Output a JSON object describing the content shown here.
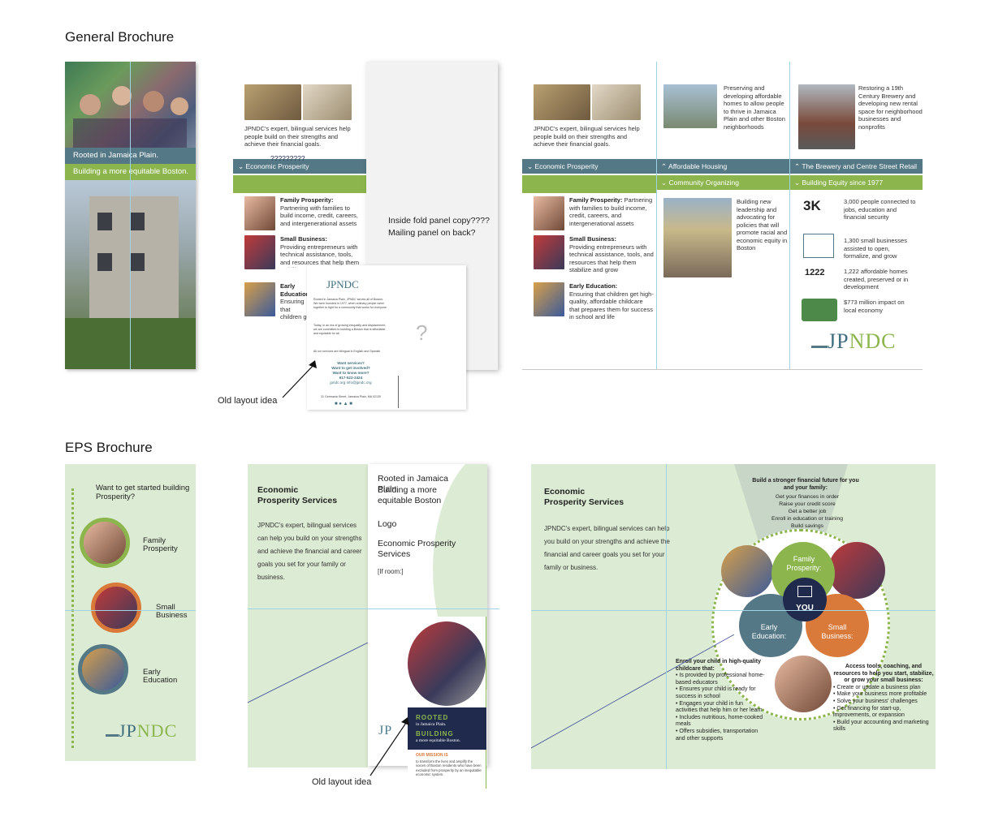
{
  "section_general": "General Brochure",
  "section_eps": "EPS Brochure",
  "colors": {
    "slate": "#557886",
    "green": "#8cb64d",
    "navy": "#1f2a4d",
    "orange": "#d97a3a",
    "mint": "#dcebd3"
  },
  "cover": {
    "tag1": "Rooted in Jamaica Plain.",
    "tag2": "Building a more equitable Boston."
  },
  "intro_text": "JPNDC's expert, bilingual services help people build on their strengths and achieve their financial goals.",
  "eco_bar": "Economic Prosperity",
  "eco_bar_question": "?????????",
  "family": {
    "title": "Family Prosperity:",
    "body": " Partnering with families to build income, credit, careers, and intergenerational assets"
  },
  "business": {
    "title": "Small Business:",
    "body": "Providing entrepreneurs with technical assistance, tools, and resources that help them stabilize and grow"
  },
  "education": {
    "title": "Early Education:",
    "body": "Ensuring that children get high-quality, affordable childcare that prepares them for success in school and life"
  },
  "fold_note": {
    "line1": "Inside fold panel copy????",
    "line2": "Mailing panel on back?"
  },
  "old_layout": "Old layout idea",
  "old_card": {
    "logo": "JPNDC",
    "p1": "Rooted in Jamaica Plain, JPNDC serves all of Boston. We were founded in 1977, when ordinary people came together to fight for a community that works for everyone.",
    "p2": "Today, in an era of growing inequality and displacement, we are committed to building a Boston that is affordable and equitable for all.",
    "p3": "All our services are bilingual in English and Spanish",
    "cta1": "Want services?",
    "cta2": "Want to get involved?",
    "cta3": "Want to know more?",
    "phone": "617-522-2424",
    "web": "jpndc.org   info@jpndc.org",
    "address": "31 Germania Street, Jamaica Plain, MA 02130"
  },
  "housing": {
    "text": "Preserving and developing affordable homes to allow people to thrive in Jamaica Plain and other Boston neighborhoods",
    "bar": "Affordable Housing"
  },
  "brewery": {
    "text": "Restoring a 19th Century Brewery and developing new rental space for neighborhood businesses and nonprofits",
    "bar": "The Brewery and Centre Street Retail"
  },
  "organizing": {
    "bar": "Community Organizing",
    "text": "Building new leadership and advocating for policies that will promote racial and economic equity in Boston"
  },
  "equity": {
    "bar": "Building Equity since 1977",
    "stats": [
      {
        "icon": "3K",
        "text": "3,000 people connected to jobs, education and financial security"
      },
      {
        "icon": "",
        "text": "1,300 small businesses assisted to open, formalize, and grow"
      },
      {
        "icon": "1222",
        "text": "1,222 affordable homes created, preserved or in development"
      },
      {
        "icon": "",
        "text": "$773 million impact on local economy"
      }
    ]
  },
  "logo": {
    "jp": "JP",
    "ndc": "NDC"
  },
  "eps_cover": {
    "heading": "Want to get started building Prosperity?",
    "family": "Family Prosperity",
    "business": "Small Business",
    "education": "Early Education"
  },
  "eps_services": {
    "heading": "Economic Prosperity Services",
    "body": "JPNDC's expert, bilingual services can help you build on your strengths and achieve the financial and career goals you set for your family or business."
  },
  "eps_fold": {
    "line1": "Rooted in Jamaica Plain",
    "line2": "Building a more equitable Boston",
    "logo_label": "Logo",
    "services": "Economic Prosperity Services",
    "if_room": "[If room:]"
  },
  "eps_old": {
    "rooted": "ROOTED",
    "rooted_sub": "in Jamaica Plain.",
    "building": "BUILDING",
    "building_sub": "a more equitable Boston.",
    "mission": "OUR MISSION IS",
    "mission_body": "to transform the lives and amplify the voices of Boston residents who have been excluded from prosperity by an inequitable economic system."
  },
  "wheel": {
    "top_heading": "Build a stronger financial future for you and your family:",
    "top_items": [
      "Get your finances in order",
      "Raise your credit score",
      "Get a better job",
      "Enroll in education or training",
      "Build savings"
    ],
    "family": "Family Prosperity:",
    "you": "YOU",
    "education": "Early Education:",
    "business": "Small Business:",
    "left_heading": "Enroll your child in high-quality childcare that:",
    "left_items": [
      "Is provided by professional home-based educators",
      "Ensures your child is ready for success in school",
      "Engages your child in fun activities that help him or her learn",
      "Includes nutritious, home-cooked meals",
      "Offers subsidies, transportation and other supports"
    ],
    "right_heading": "Access tools, coaching, and resources to help you start, stabilize, or grow your small business:",
    "right_items": [
      "Create or update a business plan",
      "Make your business more profitable",
      "Solve your business' challenges",
      "Get financing for start-up, improvements, or expansion",
      "Build your accounting and marketing skills"
    ]
  }
}
